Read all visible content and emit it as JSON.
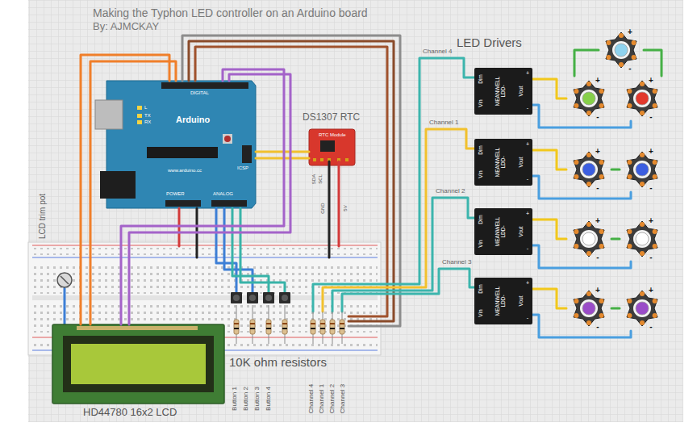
{
  "diagram": {
    "title": "Making the Typhon LED controller on an Arduino board",
    "nodes": [
      {
        "text": [
          "Arduino",
          "DIGITAL",
          "TX",
          "RX",
          "L",
          "ICSP",
          "www.arduino.cc",
          "POWER",
          "ANALOG"
        ]
      },
      {
        "text": [
          "DS1307 RTC",
          "RTC Module"
        ]
      },
      {
        "text": [
          "HD44780 16x2 LCD"
        ]
      },
      {
        "text": [
          "Dim",
          "Vin",
          "MEANWELL LDD-",
          "Vout",
          "+",
          "-"
        ]
      },
      {
        "text": [
          "+",
          "-"
        ]
      },
      {
        "text": [
          "+",
          "-"
        ]
      },
      {
        "text": [
          "+",
          "-"
        ]
      },
      {
        "text": [
          "Dim",
          "Vin",
          "MEANWELL LDD-",
          "Vout",
          "+",
          "-"
        ]
      },
      {
        "text": [
          "+",
          "-"
        ]
      },
      {
        "text": [
          "+",
          "-"
        ]
      },
      {
        "text": [
          "Dim",
          "Vin",
          "MEANWELL LDD-",
          "Vout",
          "+",
          "-"
        ]
      },
      {
        "text": [
          "+",
          "-"
        ]
      },
      {
        "text": [
          "+",
          "-"
        ]
      },
      {
        "text": [
          "Dim",
          "Vin",
          "MEANWELL LDD-",
          "Vout",
          "+",
          "-"
        ]
      },
      {
        "text": [
          "+",
          "-"
        ]
      },
      {
        "text": [
          "+",
          "-"
        ]
      }
    ],
    "edges": [
      {
        "from": 0,
        "to": 1,
        "arrow": "none"
      },
      {
        "from": 0,
        "to": 1,
        "arrow": "none"
      },
      {
        "from": 0,
        "to": 2,
        "arrow": "none"
      },
      {
        "from": 0,
        "to": 2,
        "arrow": "none"
      },
      {
        "from": 0,
        "to": 2,
        "arrow": "none"
      },
      {
        "from": 0,
        "to": 2,
        "arrow": "none"
      },
      {
        "from": 3,
        "to": 5,
        "arrow": "none"
      },
      {
        "from": 5,
        "to": 4,
        "arrow": "none"
      },
      {
        "from": 4,
        "to": 6,
        "arrow": "none"
      },
      {
        "from": 6,
        "to": 3,
        "arrow": "none"
      },
      {
        "from": 7,
        "to": 8,
        "arrow": "none"
      },
      {
        "from": 8,
        "to": 9,
        "arrow": "none"
      },
      {
        "from": 9,
        "to": 7,
        "arrow": "none"
      },
      {
        "from": 10,
        "to": 11,
        "arrow": "none"
      },
      {
        "from": 11,
        "to": 12,
        "arrow": "none"
      },
      {
        "from": 12,
        "to": 10,
        "arrow": "none"
      },
      {
        "from": 13,
        "to": 14,
        "arrow": "none"
      },
      {
        "from": 14,
        "to": 15,
        "arrow": "none"
      },
      {
        "from": 15,
        "to": 13,
        "arrow": "none"
      }
    ],
    "labels": [
      "By: AJMCKAY",
      "LED Drivers",
      "Channel 4",
      "Channel 1",
      "Channel 2",
      "Channel 3",
      "LCD trim pot",
      "SDA",
      "SCL",
      "GND",
      "5V",
      "10K ohm resistors",
      "Button 1",
      "Button 2",
      "Button 3",
      "Button 4",
      "Channel 4",
      "Channel 1",
      "Channel 2",
      "Channel 3"
    ]
  }
}
